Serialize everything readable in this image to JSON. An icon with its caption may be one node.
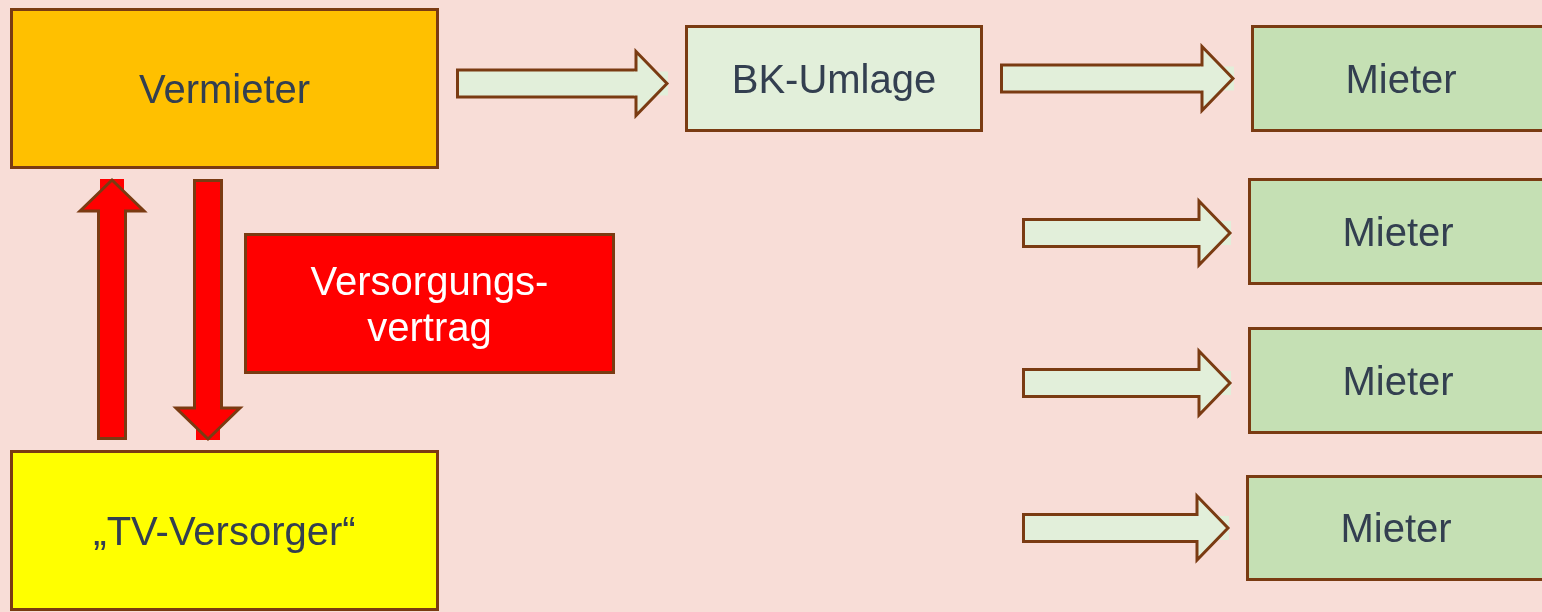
{
  "diagram": {
    "nodes": [
      {
        "text": [
          "Vermieter"
        ]
      },
      {
        "text": [
          "BK-Umlage"
        ]
      },
      {
        "text": [
          "Mieter"
        ]
      },
      {
        "text": [
          "Mieter"
        ]
      },
      {
        "text": [
          "Mieter"
        ]
      },
      {
        "text": [
          "Mieter"
        ]
      },
      {
        "text": [
          "„TV-Versorger“"
        ]
      },
      {
        "text": [
          "Versorgungs- vertrag"
        ]
      }
    ],
    "edges": [
      {
        "from": 0,
        "to": 1,
        "arrow": "to"
      },
      {
        "from": 1,
        "to": 2,
        "arrow": "to"
      },
      {
        "from": null,
        "to": 3,
        "arrow": "to"
      },
      {
        "from": null,
        "to": 4,
        "arrow": "to"
      },
      {
        "from": null,
        "to": 5,
        "arrow": "to"
      },
      {
        "from": 6,
        "to": 0,
        "arrow": "to",
        "color": "#ff0000"
      },
      {
        "from": 0,
        "to": 6,
        "arrow": "to",
        "color": "#ff0000"
      }
    ]
  }
}
